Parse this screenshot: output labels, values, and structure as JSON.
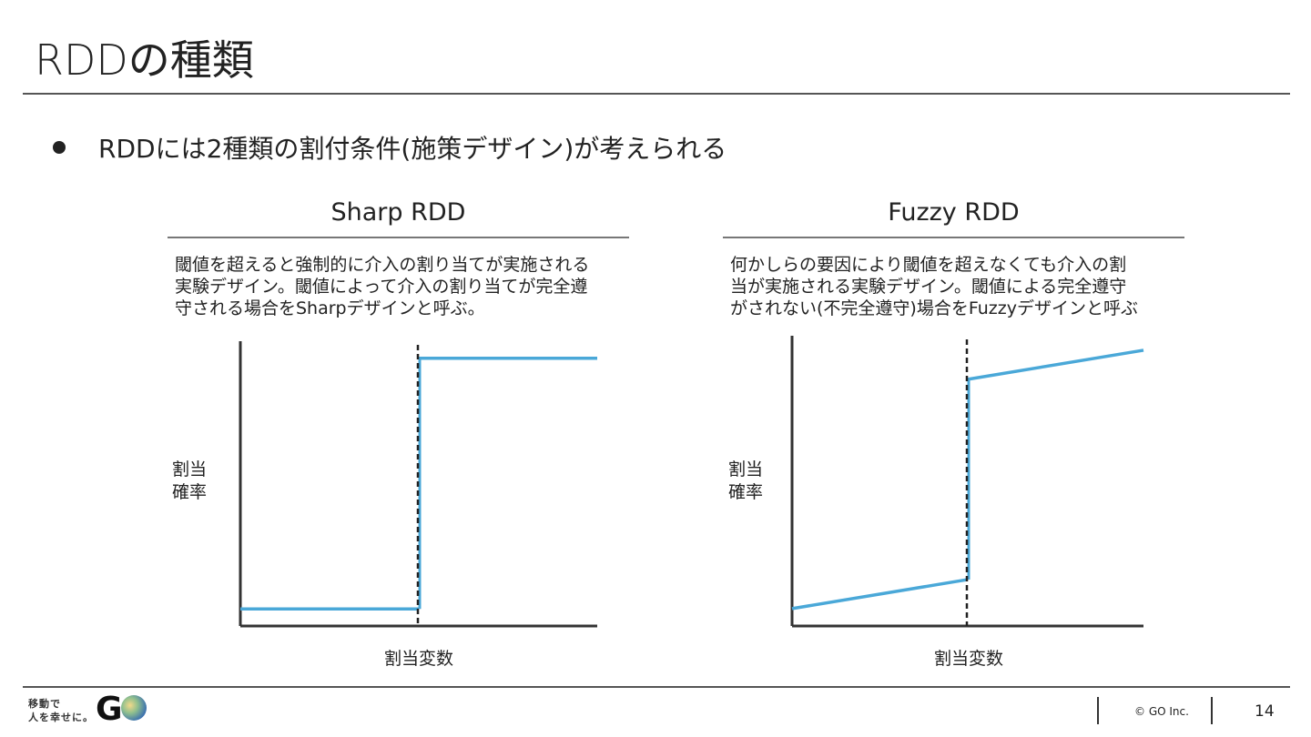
{
  "slide": {
    "title": "RDDの種類",
    "bullet": "RDDには2種類の割付条件(施策デザイン)が考えられる"
  },
  "panels": [
    {
      "title": "Sharp RDD",
      "description_lines": [
        "閾値を超えると強制的に介入の割り当てが実施される",
        "実験デザイン。閾値によって介入の割り当てが完全遵",
        "守される場合をSharpデザインと呼ぶ。"
      ],
      "ylabel_lines": [
        "割当",
        "確率"
      ],
      "xlabel": "割当変数"
    },
    {
      "title": "Fuzzy RDD",
      "description_lines": [
        "何かしらの要因により閾値を超えなくても介入の割",
        "当が実施される実験デザイン。閾値による完全遵守",
        "がされない(不完全遵守)場合をFuzzyデザインと呼ぶ"
      ],
      "ylabel_lines": [
        "割当",
        "確率"
      ],
      "xlabel": "割当変数"
    }
  ],
  "footer": {
    "logo_tagline_lines": [
      "移動で",
      "人を幸せに。"
    ],
    "logo_mark": "G",
    "copyright": "© GO Inc.",
    "page_number": "14"
  },
  "colors": {
    "line": "#4aa8d8",
    "axis": "#333333",
    "threshold": "#222222"
  },
  "chart_data": [
    {
      "type": "line",
      "xlabel": "割当変数",
      "ylabel": "割当確率",
      "threshold_x": 0.5,
      "series": [
        {
          "x": [
            0,
            0.5
          ],
          "y": [
            0.06,
            0.06
          ]
        },
        {
          "x": [
            0.5,
            1.0
          ],
          "y": [
            0.94,
            0.94
          ]
        }
      ],
      "xlim": [
        0,
        1
      ],
      "ylim": [
        0,
        1
      ]
    },
    {
      "type": "line",
      "xlabel": "割当変数",
      "ylabel": "割当確率",
      "threshold_x": 0.5,
      "series": [
        {
          "x": [
            0,
            0.5
          ],
          "y": [
            0.06,
            0.16
          ]
        },
        {
          "x": [
            0.5,
            1.0
          ],
          "y": [
            0.85,
            0.95
          ]
        }
      ],
      "xlim": [
        0,
        1
      ],
      "ylim": [
        0,
        1
      ]
    }
  ]
}
